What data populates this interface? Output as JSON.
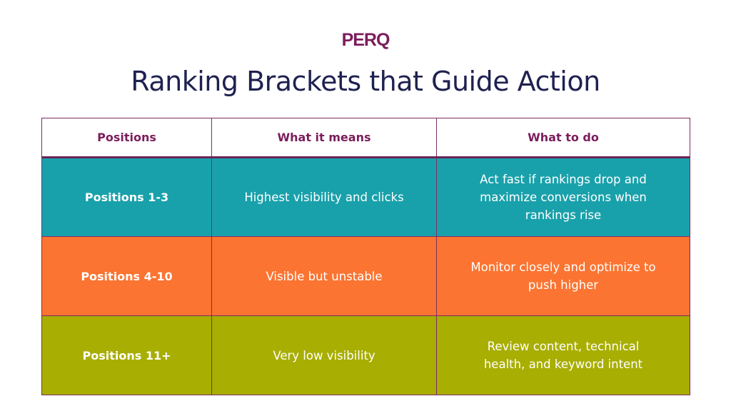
{
  "brand": {
    "logo_text": "PERQ",
    "color": "#7b1d5c"
  },
  "page": {
    "title": "Ranking Brackets that Guide Action"
  },
  "table": {
    "headers": [
      "Positions",
      "What it means",
      "What to do"
    ],
    "rows": [
      {
        "position": "Positions 1-3",
        "meaning": "Highest visibility and clicks",
        "action": "Act fast if rankings drop and maximize conversions when rankings rise",
        "color": "#19a1ab"
      },
      {
        "position": "Positions 4-10",
        "meaning": "Visible but unstable",
        "action": "Monitor closely and optimize to push higher",
        "color": "#fb7431"
      },
      {
        "position": "Positions 11+",
        "meaning": "Very low visibility",
        "action": "Review content, technical health, and keyword intent",
        "color": "#a8ae02"
      }
    ]
  }
}
